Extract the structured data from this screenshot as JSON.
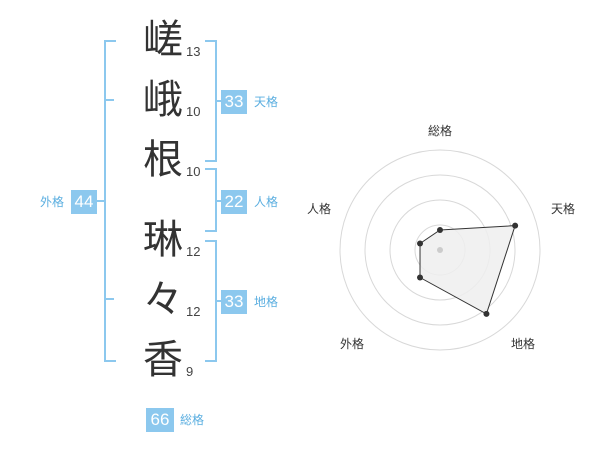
{
  "characters": [
    {
      "char": "嵯",
      "strokes": "13"
    },
    {
      "char": "峨",
      "strokes": "10"
    },
    {
      "char": "根",
      "strokes": "10"
    },
    {
      "char": "琳",
      "strokes": "12"
    },
    {
      "char": "々",
      "strokes": "12"
    },
    {
      "char": "香",
      "strokes": "9"
    }
  ],
  "scores": {
    "tenkaku": {
      "value": "33",
      "label": "天格"
    },
    "jinkaku": {
      "value": "22",
      "label": "人格"
    },
    "chikaku": {
      "value": "33",
      "label": "地格"
    },
    "gaikaku": {
      "value": "44",
      "label": "外格"
    },
    "soukaku": {
      "value": "66",
      "label": "総格"
    }
  },
  "radar": {
    "labels": {
      "top": "総格",
      "upper_right": "天格",
      "lower_right": "地格",
      "lower_left": "外格",
      "upper_left": "人格"
    },
    "levels": 4,
    "values_fraction": {
      "総格": 0.2,
      "天格": 0.79,
      "地格": 0.79,
      "外格": 0.34,
      "人格": 0.21
    },
    "colors": {
      "ring": "#d8d8d8",
      "fill": "#eeeeee",
      "line": "#333333",
      "dot": "#333333",
      "center": "#cccccc"
    }
  }
}
